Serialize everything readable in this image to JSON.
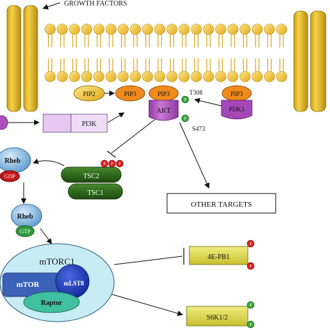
{
  "labels": {
    "growth_factors": "GROWTH FACTORS",
    "pip2": "PIP2",
    "pip3_a": "PIP3",
    "pip3_akt": "PIP3",
    "pip3_pdk1": "PIP3",
    "t308": "T308",
    "s473": "S473",
    "akt": "AKT",
    "pdk1": "PDK1",
    "pi3k": "PI3K",
    "rheb_gdp": "Rheb",
    "gdp": "GDP",
    "tsc2": "TSC2",
    "tsc1": "TSC1",
    "other_targets": "OTHER TARGETS",
    "rheb_gtp": "Rheb",
    "gtp": "GTP",
    "mtorc1": "mTORC1",
    "mtor": "mTOR",
    "mlst8": "mLST8",
    "raptor": "Raptor",
    "4ebp1": "4E-PB1",
    "s6k": "S6K1/2",
    "p": "P"
  },
  "colors": {
    "membrane_head": "#f2c02c",
    "membrane_tail": "#d9a820",
    "receptor": "#e0b21c",
    "pip_orange": "#f08a1c",
    "pip2_yellow": "#f3c51a",
    "akt_purple": "#b050c0",
    "pdk1_purple": "#a448b8",
    "pi3k_lilac": "#e6c8f0",
    "phospho_green": "#3ca83c",
    "phospho_red": "#e02020",
    "tsc_green": "#2f6a1e",
    "rheb_blue": "#8fc4e8",
    "gdp_red": "#c01818",
    "gtp_green": "#2e9a3a",
    "mtorc1_fill": "#c8ecf4",
    "mtor_blue": "#3a62b8",
    "mlst8_blue": "#1c3ec0",
    "raptor_teal": "#40c0a0",
    "target_yellow": "#e2df50"
  }
}
